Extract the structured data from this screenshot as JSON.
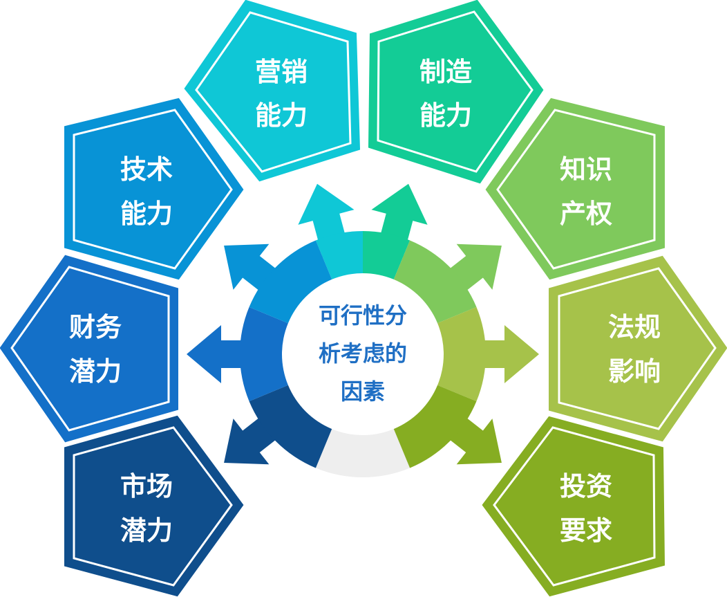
{
  "center": {
    "lines": [
      "可行性分",
      "析考虑的",
      "因素"
    ]
  },
  "factors": [
    {
      "line1": "营销",
      "line2": "能力",
      "color": "#0fc7d6"
    },
    {
      "line1": "制造",
      "line2": "能力",
      "color": "#13cc96"
    },
    {
      "line1": "知识",
      "line2": "产权",
      "color": "#7fc95c"
    },
    {
      "line1": "法规",
      "line2": "影响",
      "color": "#a6c24a"
    },
    {
      "line1": "投资",
      "line2": "要求",
      "color": "#86ad22"
    },
    {
      "line1": "市场",
      "line2": "潜力",
      "color": "#0f4e8c"
    },
    {
      "line1": "财务",
      "line2": "潜力",
      "color": "#1470c8"
    },
    {
      "line1": "技术",
      "line2": "能力",
      "color": "#0893d6"
    }
  ],
  "ring_empty_color": "#eeeeee"
}
